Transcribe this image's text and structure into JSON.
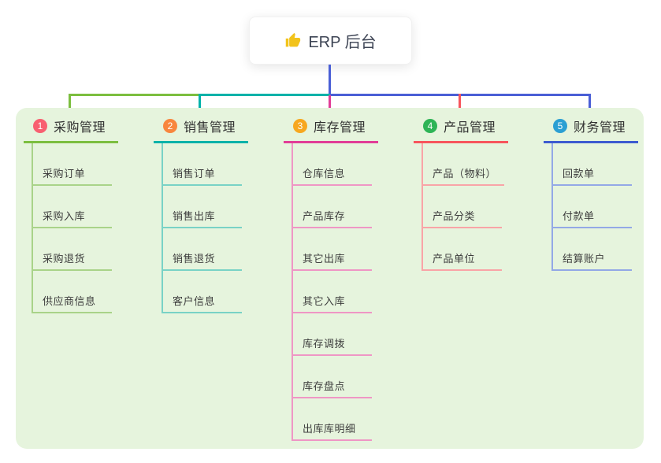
{
  "root": {
    "title": "ERP 后台",
    "icon": "thumbs-up-icon",
    "icon_color": "#f2c31b"
  },
  "panel_color": "#e6f4dd",
  "connectors": {
    "root_stem": "#4a5fd6",
    "bus_left": "#7cbe3f",
    "bus_mid": "#00b2a9",
    "bus_right": "#4a5fd6",
    "drop_1": "#7cbe3f",
    "drop_2": "#00b2a9",
    "drop_3": "#e13d97",
    "drop_4": "#f7555c",
    "drop_5": "#4a5fd6"
  },
  "branches": [
    {
      "badge": "1",
      "title": "采购管理",
      "badge_color": "#f85f70",
      "line_color": "#7cbe3f",
      "sub_line_color": "#a9d389",
      "items": [
        "采购订单",
        "采购入库",
        "采购退货",
        "供应商信息"
      ]
    },
    {
      "badge": "2",
      "title": "销售管理",
      "badge_color": "#f8863e",
      "line_color": "#00b2a9",
      "sub_line_color": "#79d2c6",
      "items": [
        "销售订单",
        "销售出库",
        "销售退货",
        "客户信息"
      ]
    },
    {
      "badge": "3",
      "title": "库存管理",
      "badge_color": "#f7a71f",
      "line_color": "#e13d97",
      "sub_line_color": "#ef96c5",
      "items": [
        "仓库信息",
        "产品库存",
        "其它出库",
        "其它入库",
        "库存调拨",
        "库存盘点",
        "出库库明细"
      ]
    },
    {
      "badge": "4",
      "title": "产品管理",
      "badge_color": "#2eb456",
      "line_color": "#f7555c",
      "sub_line_color": "#f9a4a7",
      "items": [
        "产品（物料）",
        "产品分类",
        "产品单位"
      ]
    },
    {
      "badge": "5",
      "title": "财务管理",
      "badge_color": "#2b9fd3",
      "line_color": "#3d5bd0",
      "sub_line_color": "#93a8e6",
      "items": [
        "回款单",
        "付款单",
        "结算账户"
      ]
    }
  ]
}
